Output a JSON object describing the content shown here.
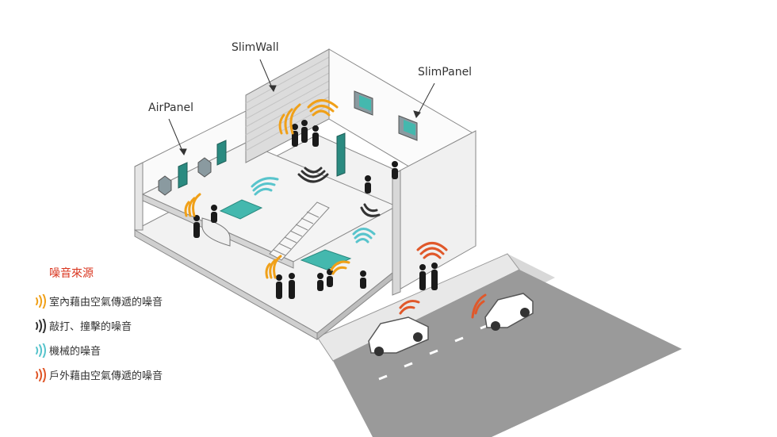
{
  "callouts": {
    "slimwall": "SlimWall",
    "slimpanel": "SlimPanel",
    "airpanel": "AirPanel"
  },
  "legend": {
    "title": "噪音來源",
    "items": [
      {
        "label": "室內藉由空氣傳遞的噪音",
        "color": "#f0a018",
        "icon": "indoor-airborne-noise-icon"
      },
      {
        "label": "敲打、撞擊的噪音",
        "color": "#333333",
        "icon": "impact-noise-icon"
      },
      {
        "label": "機械的噪音",
        "color": "#58c4cc",
        "icon": "mechanical-noise-icon"
      },
      {
        "label": "戶外藉由空氣傳遞的噪音",
        "color": "#e0582a",
        "icon": "outdoor-airborne-noise-icon"
      }
    ]
  },
  "colors": {
    "indoor": "#f0a018",
    "impact": "#333333",
    "mechanical": "#58c4cc",
    "outdoor": "#e0582a",
    "teal_panel": "#2a8a80",
    "hex_panel": "#8a9aa0"
  }
}
